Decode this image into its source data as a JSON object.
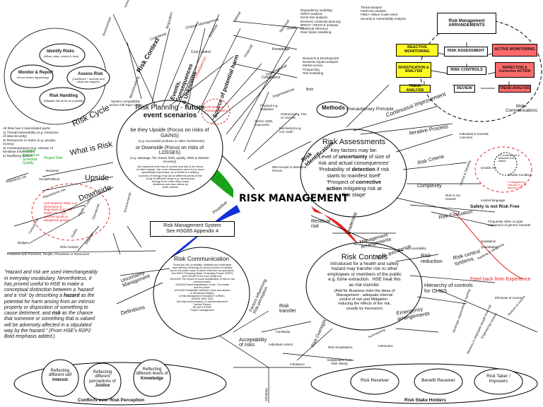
{
  "center_title": "RISK MANAGEMENT",
  "identify_cycle": {
    "identify": "Identify Risks",
    "identify_sub": "(What, when, where & how)",
    "assess": "Assess Risk",
    "assess_sub": "(Likelihood + severity and what can happen)",
    "handling": "Risk Handling",
    "handling_sub": "(Mitigate risk as far as possible)",
    "monitor": "Monitor & Report",
    "monitor_sub": "(Know what's happening)"
  },
  "risk_context": {
    "label": "Risk Context",
    "items": [
      "System integration / Operational",
      "Environment",
      "Regulation",
      "Unplanned",
      "Complexity",
      "Strategic",
      "Technical",
      "Schedule",
      "Change Management",
      "Cost Control",
      "Benchmarking",
      "Interest groups",
      "System compatibility across risk Topic Areas"
    ]
  },
  "events": {
    "label": "Events, Consequences & Unknowns",
    "items": [
      "Unknown",
      "Consequences",
      "Uncertainties",
      "Information"
    ]
  },
  "source_of_potential_harm": {
    "label": "Source of potential harm",
    "items": [
      "Organisational",
      "Political",
      "Technical",
      "Human",
      "Natural",
      "Environmental",
      "Legal",
      "Commercial",
      "Financial",
      "Operational",
      "Strategic",
      "Economic"
    ]
  },
  "methods_list": [
    "Dependency modeling",
    "SWOT analysis",
    "Event tree analysis",
    "Business continuity planning",
    "BPEST / PESTLE analysis",
    "Statistical inference",
    "Real Option Modeling"
  ],
  "methods_list2": [
    "Threat analysis",
    "Fault tree analysis",
    "FMEA- failure mode event",
    "Security & Vulnerability Analysis"
  ],
  "methods_list3": [
    "Research & Development",
    "Business impact analysis",
    "Market survey",
    "Prospecting",
    "Test marketing"
  ],
  "methods_label": "Methods",
  "methods_branch": [
    "Organisational",
    "Knowledge",
    "Compliance",
    "Quality",
    "Both"
  ],
  "precautionary": "Precautionary Principle",
  "identification": {
    "label": "Risk Identification",
    "items": [
      "Mechanical e.g. Car crash",
      "Chemical e.g. Fire or Acid etc.",
      "Physical e.g. Radiation",
      "Biological e.g. Virus",
      "Stress, MSD, Ergonomic",
      "Electrical",
      "Wet Annual or Weekend Person"
    ],
    "link": "Link between Hazard & Harm"
  },
  "rm_arrangements": {
    "title": "Risk Management ARRANGEMENTS",
    "reactive": "REACTIVE MONITORING",
    "assessment": "RISK ASSESSMENT",
    "active": "ACTIVE MONITORING",
    "investigation": "INVESTIGATION & ANALYSIS",
    "controls": "RISK CONTROLS",
    "inspection": "INSPECTION & Corrective ACTION",
    "trend1": "TREND ANALYSIS",
    "review": "REVIEW",
    "trend2": "TREND ANALYSIS",
    "wider": "Wider Communications"
  },
  "risk_planning": {
    "title_a": "Risk Planning - ",
    "title_b": "future",
    "title_c": " event scenarios",
    "upside": "be they Upside (Focus on risks of GAINS)",
    "upside_ex": "(e.g. successful products or other investments)",
    "or_downside": "or Downside (Focus on risks of LOSSES)",
    "downside_ex": "(e.g. sabotage, fire, threat, theft, quality, DMS & disaster recovery)",
    "body": "All represent both loss & control and risk & the focus\nof risk's impact, the more themselves need to be more\nspecifically expressed, as a threat is a setting,\nsources of energy may act at different points in the\nbody in different ways e.g. mechanical\nenergy from noise may cause\ndeafness and also stress by\nother means."
  },
  "risk_cycle": "Risk Cycle",
  "what_is_risk": "What is Risk",
  "upside": "Upside",
  "downside": "Downside",
  "risk_interrelated": {
    "heading": "All Risk has 4 interrelated parts:",
    "items": [
      "1) Threat/Vulnerability (e.g. breaches of data security)",
      "2) Resources to Solve (e.g. people, money)",
      "3) Consequences (e.g. release of sensitive information)",
      "4) Modifying factors"
    ],
    "green": [
      "Content",
      "Resources",
      "Schedule",
      "Quality"
    ],
    "project_risk": "Project Risk"
  },
  "upside_branch": [
    "Regulatory risk",
    "Business",
    "Social/Political",
    "Reputational risk"
  ],
  "downside_branch": [
    "Reputational",
    "Technical",
    "Hazardous to...",
    "Health & Safety",
    "Operational",
    "Quality",
    "Budget",
    "Controls Pre",
    "Environmental",
    "Mitigation",
    "Risk Analysis",
    "Problems with Premises, People, Processes or Resources"
  ],
  "downside_note": "Link between Risks e.g. Dimension & Reputation from the Public etc. Also: adverse goods & dangerous groups",
  "proactive": "Proactive",
  "hsg65": {
    "line1": "Risk Management System",
    "line2": "See HSG65 Appendix 4"
  },
  "risk_assessments": {
    "title": "Risk Assessments",
    "l1": "Key factors may be:",
    "l2a": "'Level of ",
    "l2b": "uncertainty",
    "l2c": " of size of",
    "l3": "risk and actual consequences'",
    "l4a": "'Probability of ",
    "l4b": "detection",
    "l4c": " if risk",
    "l5": "starts to manifest itself'",
    "l6a": "'Prospect of ",
    "l6b": "corrective",
    "l7a": "action",
    "l7b": " mitigating risk at",
    "l8": "that stage'"
  },
  "ra_branches": {
    "continuous": "Continuous Improvement",
    "iterative": "Iterative Process",
    "criteria": "Risk Criteria",
    "complexity": "Complexity",
    "evaluation": "Risk Evaluation",
    "individual": "Individual & Societal concerns",
    "unsafe": "Unsafe Act",
    "unsafe_cond": "Unsafe Condition",
    "or_somewhere": "Or somewhere in between the 2 states",
    "mitigated": "2 mitigated by: industry e.g. or factors, etc.",
    "clinical": "Clinical & Sleeping",
    "limited": "Limited language",
    "safety": "Safety is not Risk Free",
    "hazard": "Risk is not Hazard",
    "frequently": "Frequently relies on past experience of generic hazards",
    "qualitative": "Qualitative",
    "quantitative": "Quantitative",
    "ranking": "Ranking & Weighting",
    "accountability": "Accountability"
  },
  "residual": "Residual risk",
  "leadership": "Leadership",
  "mgmt_arrangements": "Management Arrangements",
  "risk_avoidance": "Risk avoidance",
  "risk_reduction": "Risk reduction",
  "risk_control_systems": "Risk control systems",
  "feedback": "Feed back from Experience",
  "hierarchy": "Hierarchy of controls for OH&S",
  "risk_controls": {
    "title": "Risk Controls",
    "body": "introduced for a health and safety\nhazard may transfer risk to other\nemployees or members of the public\ne.g. fume extraction.  HSE treat this\nas risk transfer.",
    "body2": "(Add for Business risks the ideas of\nManagement - adequate internal\ncontrol of risk and Mitigation -\nreducing the effects of the risk,\nusually by insurance)"
  },
  "hierarchy_items": [
    "Eliminate at source",
    "Reduce at source",
    "Engineering controls",
    "Redesign organisation & training",
    "Personal protective equipment",
    "Remove or segregate people from risk"
  ],
  "emergency": "Emergency arrangements",
  "risk_transfer": "Risk transfer",
  "risk_oversight": "Risk Oversight",
  "summarising": "Summarising",
  "interactive": "Interactive",
  "risk_visualisation": "Risk visualisation",
  "independent": "Independent from Risk Taking",
  "risk_communication": {
    "title": "Risk Communication",
    "body": "Terms like risk, probability, reliability and uncertainty\nhave different meanings in various sectors of industry\nand to the public many of whom treat them as synonyms.\nSee HSE's 'Reducing Risks, Protecting People' (R2P2)\nand HSG65 P4 for more detail see:\ncr613/332 The impact of social amplification of risk on risk\ncommunication.\ncr513/26 Social amplification of risk: The media\nand the public.\ncr513/38 Probabilistic Methods: Uses and abuses\nin Structural Integrity.\nA Risk Management Standard © AIRMIC,\nALARM, IRM: 2002\nSee http://www.cosanec.co.uk/internalcontrol/\nTurnbull Report,\nBS 6079-3:2000\nProject management"
  },
  "factors": "Factors influencing Risk perception",
  "familiarity": "Familiarity",
  "individual_control": "Individual control",
  "uncertainty_mgmt": "Uncertainty Management",
  "definitions": "Definitions",
  "acceptability": "Acceptability of risks",
  "inbalance": "Imbalance",
  "voluntary": "Voluntary",
  "quote": {
    "p1": "\"Hazard and risk are used interchangeably\nin everyday vocabulary. Nevertheless, it\nhas proved useful to HSE to make a\nconceptual distinction between a 'hazard'\nand a 'risk' by describing a ",
    "hazard": "hazard",
    "p2": " as the\npotential for harm arising from an intrinsic\nproperty or disposition of something to\ncause detriment, and ",
    "risk": "risk",
    "p3": " as the chance\nthat someone or something that is valued\nwill be adversely affected in a stipulated\nway by the hazard.\" (From HSE's R2P2\nBold emphasis added.)"
  },
  "perception": {
    "a1": "Reflecting different self",
    "a2": "Interest",
    "b1": "Reflecting different perceptions of",
    "b2": "Justice",
    "c1": "Reflecting different levels of",
    "c2": "Knowledge",
    "caption": "Conflicts over Risk Perception"
  },
  "stake": {
    "receiver": "Risk Receiver",
    "benefit": "Benefit Receiver",
    "taker": "Risk Taker / Imposers",
    "caption": "Risk Stake Holders"
  },
  "colors": {
    "red": "#e82020",
    "green": "#1aa31a",
    "blue": "#1030d8",
    "yellow": "#f3e81a",
    "outline": "#000000",
    "dashed_red": "#e03030"
  }
}
